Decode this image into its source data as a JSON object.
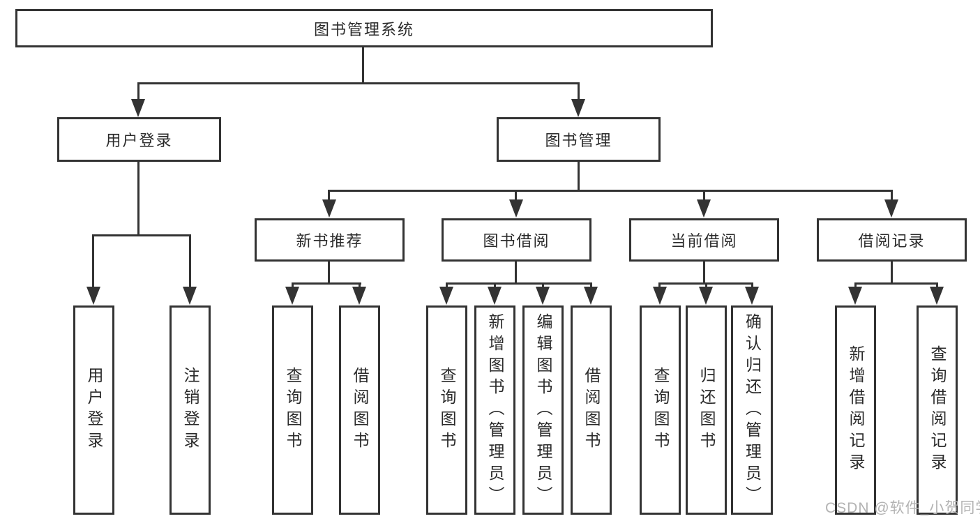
{
  "tree": {
    "label": "图书管理系统",
    "children": [
      {
        "label": "用户登录",
        "children": [
          {
            "label": "用户登录"
          },
          {
            "label": "注销登录"
          }
        ]
      },
      {
        "label": "图书管理",
        "children": [
          {
            "label": "新书推荐",
            "children": [
              {
                "label": "查询图书"
              },
              {
                "label": "借阅图书"
              }
            ]
          },
          {
            "label": "图书借阅",
            "children": [
              {
                "label": "查询图书"
              },
              {
                "label": "新增图书（管理员）"
              },
              {
                "label": "编辑图书（管理员）"
              },
              {
                "label": "借阅图书"
              }
            ]
          },
          {
            "label": "当前借阅",
            "children": [
              {
                "label": "查询图书"
              },
              {
                "label": "归还图书"
              },
              {
                "label": "确认归还（管理员）"
              }
            ]
          },
          {
            "label": "借阅记录",
            "children": [
              {
                "label": "新增借阅记录"
              },
              {
                "label": "查询借阅记录"
              }
            ]
          }
        ]
      }
    ]
  },
  "watermark": {
    "text": "CSDN @软件_小贺同学"
  },
  "colors": {
    "line": "#333333",
    "box_background": "#ffffff",
    "text": "#2a2a2a",
    "watermark": "#b3b3b3"
  }
}
